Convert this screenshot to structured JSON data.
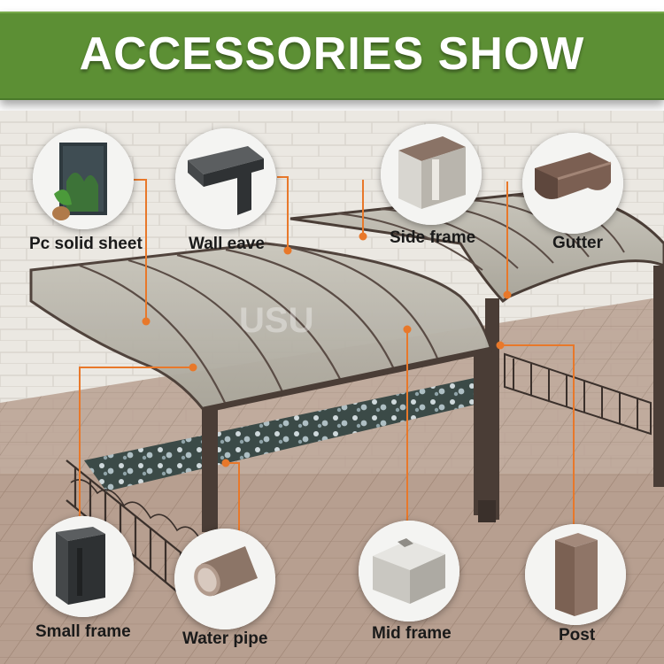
{
  "header": {
    "title": "ACCESSORIES SHOW"
  },
  "watermark": "USU",
  "accessories": [
    {
      "id": "pc-solid-sheet",
      "label": "Pc solid sheet",
      "icon": "pc-solid-sheet-icon"
    },
    {
      "id": "wall-eave",
      "label": "Wall eave",
      "icon": "wall-eave-icon"
    },
    {
      "id": "side-frame",
      "label": "Side frame",
      "icon": "side-frame-icon"
    },
    {
      "id": "gutter",
      "label": "Gutter",
      "icon": "gutter-icon"
    },
    {
      "id": "small-frame",
      "label": "Small frame",
      "icon": "small-frame-icon"
    },
    {
      "id": "water-pipe",
      "label": "Water pipe",
      "icon": "water-pipe-icon"
    },
    {
      "id": "mid-frame",
      "label": "Mid frame",
      "icon": "mid-frame-icon"
    },
    {
      "id": "post",
      "label": "Post",
      "icon": "post-icon"
    }
  ],
  "colors": {
    "banner": "#5c8f34",
    "callout": "#e8782a",
    "frame": "#4a3d36",
    "panel": "#b9b4a6",
    "wall": "#e9e6e0",
    "ground": "#b39a8c"
  }
}
